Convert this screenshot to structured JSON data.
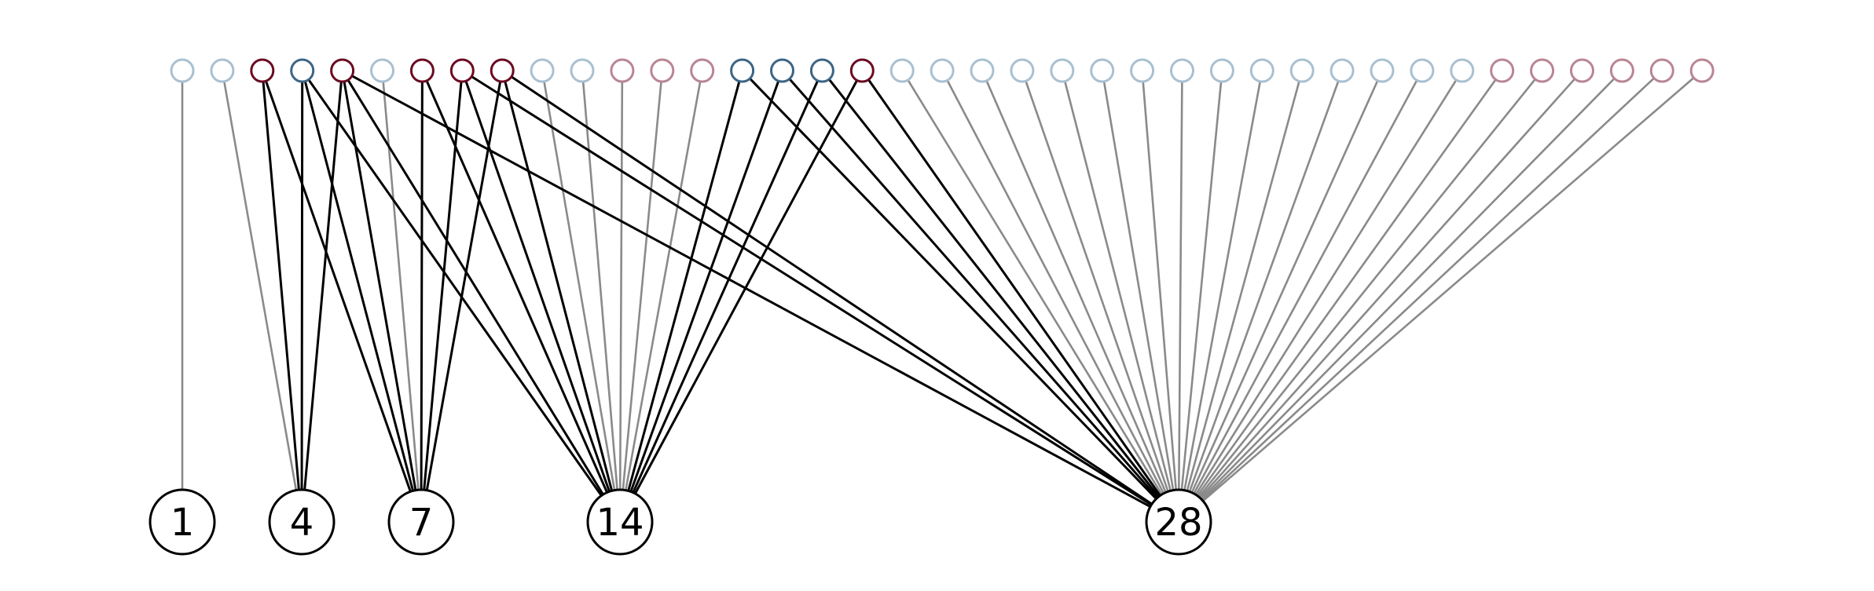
{
  "diagram": {
    "type": "bipartite-divisor-graph",
    "bottom_nodes": [
      {
        "label": "1"
      },
      {
        "label": "4"
      },
      {
        "label": "7"
      },
      {
        "label": "14"
      },
      {
        "label": "28"
      }
    ],
    "top_nodes": [
      {
        "color": "light-blue"
      },
      {
        "color": "light-blue"
      },
      {
        "color": "dark-red"
      },
      {
        "color": "dark-blue"
      },
      {
        "color": "dark-red"
      },
      {
        "color": "light-blue"
      },
      {
        "color": "dark-red"
      },
      {
        "color": "dark-red"
      },
      {
        "color": "dark-red"
      },
      {
        "color": "light-blue"
      },
      {
        "color": "light-blue"
      },
      {
        "color": "light-red"
      },
      {
        "color": "light-red"
      },
      {
        "color": "light-red"
      },
      {
        "color": "dark-blue"
      },
      {
        "color": "dark-blue"
      },
      {
        "color": "dark-blue"
      },
      {
        "color": "dark-red"
      },
      {
        "color": "light-blue"
      },
      {
        "color": "light-blue"
      },
      {
        "color": "light-blue"
      },
      {
        "color": "light-blue"
      },
      {
        "color": "light-blue"
      },
      {
        "color": "light-blue"
      },
      {
        "color": "light-blue"
      },
      {
        "color": "light-blue"
      },
      {
        "color": "light-blue"
      },
      {
        "color": "light-blue"
      },
      {
        "color": "light-blue"
      },
      {
        "color": "light-blue"
      },
      {
        "color": "light-blue"
      },
      {
        "color": "light-blue"
      },
      {
        "color": "light-blue"
      },
      {
        "color": "light-red"
      },
      {
        "color": "light-red"
      },
      {
        "color": "light-red"
      },
      {
        "color": "light-red"
      },
      {
        "color": "light-red"
      },
      {
        "color": "light-red"
      }
    ],
    "edges": [
      {
        "from": 0,
        "to": 0,
        "style": "gray"
      },
      {
        "from": 1,
        "to": 1,
        "style": "gray"
      },
      {
        "from": 2,
        "to": 1,
        "style": "black"
      },
      {
        "from": 3,
        "to": 1,
        "style": "black"
      },
      {
        "from": 4,
        "to": 1,
        "style": "black"
      },
      {
        "from": 2,
        "to": 2,
        "style": "black"
      },
      {
        "from": 3,
        "to": 2,
        "style": "black"
      },
      {
        "from": 4,
        "to": 2,
        "style": "black"
      },
      {
        "from": 5,
        "to": 2,
        "style": "gray"
      },
      {
        "from": 6,
        "to": 2,
        "style": "black"
      },
      {
        "from": 7,
        "to": 2,
        "style": "black"
      },
      {
        "from": 8,
        "to": 2,
        "style": "black"
      },
      {
        "from": 3,
        "to": 3,
        "style": "black"
      },
      {
        "from": 4,
        "to": 3,
        "style": "black"
      },
      {
        "from": 6,
        "to": 3,
        "style": "black"
      },
      {
        "from": 7,
        "to": 3,
        "style": "black"
      },
      {
        "from": 8,
        "to": 3,
        "style": "black"
      },
      {
        "from": 9,
        "to": 3,
        "style": "gray"
      },
      {
        "from": 10,
        "to": 3,
        "style": "gray"
      },
      {
        "from": 11,
        "to": 3,
        "style": "gray"
      },
      {
        "from": 12,
        "to": 3,
        "style": "gray"
      },
      {
        "from": 13,
        "to": 3,
        "style": "gray"
      },
      {
        "from": 14,
        "to": 3,
        "style": "black"
      },
      {
        "from": 15,
        "to": 3,
        "style": "black"
      },
      {
        "from": 16,
        "to": 3,
        "style": "black"
      },
      {
        "from": 17,
        "to": 3,
        "style": "black"
      },
      {
        "from": 4,
        "to": 4,
        "style": "black"
      },
      {
        "from": 7,
        "to": 4,
        "style": "black"
      },
      {
        "from": 8,
        "to": 4,
        "style": "black"
      },
      {
        "from": 14,
        "to": 4,
        "style": "black"
      },
      {
        "from": 15,
        "to": 4,
        "style": "black"
      },
      {
        "from": 16,
        "to": 4,
        "style": "black"
      },
      {
        "from": 17,
        "to": 4,
        "style": "black"
      },
      {
        "from": 18,
        "to": 4,
        "style": "gray"
      },
      {
        "from": 19,
        "to": 4,
        "style": "gray"
      },
      {
        "from": 20,
        "to": 4,
        "style": "gray"
      },
      {
        "from": 21,
        "to": 4,
        "style": "gray"
      },
      {
        "from": 22,
        "to": 4,
        "style": "gray"
      },
      {
        "from": 23,
        "to": 4,
        "style": "gray"
      },
      {
        "from": 24,
        "to": 4,
        "style": "gray"
      },
      {
        "from": 25,
        "to": 4,
        "style": "gray"
      },
      {
        "from": 26,
        "to": 4,
        "style": "gray"
      },
      {
        "from": 27,
        "to": 4,
        "style": "gray"
      },
      {
        "from": 28,
        "to": 4,
        "style": "gray"
      },
      {
        "from": 29,
        "to": 4,
        "style": "gray"
      },
      {
        "from": 30,
        "to": 4,
        "style": "gray"
      },
      {
        "from": 31,
        "to": 4,
        "style": "gray"
      },
      {
        "from": 32,
        "to": 4,
        "style": "gray"
      },
      {
        "from": 33,
        "to": 4,
        "style": "gray"
      },
      {
        "from": 34,
        "to": 4,
        "style": "gray"
      },
      {
        "from": 35,
        "to": 4,
        "style": "gray"
      },
      {
        "from": 36,
        "to": 4,
        "style": "gray"
      },
      {
        "from": 37,
        "to": 4,
        "style": "gray"
      },
      {
        "from": 38,
        "to": 4,
        "style": "gray"
      }
    ],
    "colors": {
      "light-blue": "#a9c0d0",
      "dark-blue": "#3d6585",
      "dark-red": "#6b0a22",
      "light-red": "#b98593",
      "edge-gray": "#8a8a8a",
      "edge-black": "#000000",
      "bottom-stroke": "#000000",
      "background": "#ffffff"
    }
  }
}
